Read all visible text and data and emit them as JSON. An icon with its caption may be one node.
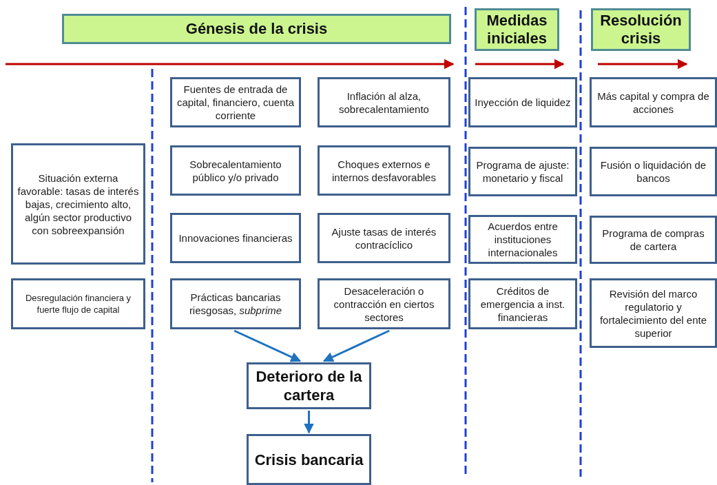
{
  "diagram": {
    "nodes": [
      {
        "text": [
          "Génesis de la crisis"
        ]
      },
      {
        "text": [
          "Medidas iniciales"
        ]
      },
      {
        "text": [
          "Resolución crisis"
        ]
      },
      {
        "text": [
          "Situación externa favorable: tasas de interés  bajas, crecimiento alto, algún sector productivo con sobreexpansión"
        ]
      },
      {
        "text": [
          "Desregulación financiera y fuerte flujo de capital"
        ]
      },
      {
        "text": [
          "Fuentes de entrada de capital, financiero, cuenta corriente"
        ]
      },
      {
        "text": [
          "Inflación al alza, sobrecalentamiento"
        ]
      },
      {
        "text": [
          "Sobrecalentamiento público y/o privado"
        ]
      },
      {
        "text": [
          "Choques externos e internos desfavorables"
        ]
      },
      {
        "text": [
          "Innovaciones financieras"
        ]
      },
      {
        "text": [
          "Ajuste tasas de interés contracíclico"
        ]
      },
      {
        "text": [
          "Prácticas bancarias riesgosas, *subprime*"
        ]
      },
      {
        "text": [
          "Desaceleración o contracción en ciertos sectores"
        ]
      },
      {
        "text": [
          "Inyección de liquidez"
        ]
      },
      {
        "text": [
          "Programa de ajuste: monetario y fiscal"
        ]
      },
      {
        "text": [
          "Acuerdos entre instituciones internacionales"
        ]
      },
      {
        "text": [
          "Créditos de emergencia a inst. financieras"
        ]
      },
      {
        "text": [
          "Más capital y compra de acciones"
        ]
      },
      {
        "text": [
          "Fusión o liquidación de bancos"
        ]
      },
      {
        "text": [
          "Programa de compras de cartera"
        ]
      },
      {
        "text": [
          "Revisión del marco regulatorio y fortalecimiento del ente superior"
        ]
      },
      {
        "text": [
          "Deterioro de la cartera"
        ]
      },
      {
        "text": [
          "Crisis bancaria"
        ]
      }
    ],
    "edges": [
      {
        "from": 11,
        "to": 21,
        "arrow": "to"
      },
      {
        "from": 12,
        "to": 21,
        "arrow": "to"
      },
      {
        "from": 21,
        "to": 22,
        "arrow": "to"
      }
    ]
  }
}
